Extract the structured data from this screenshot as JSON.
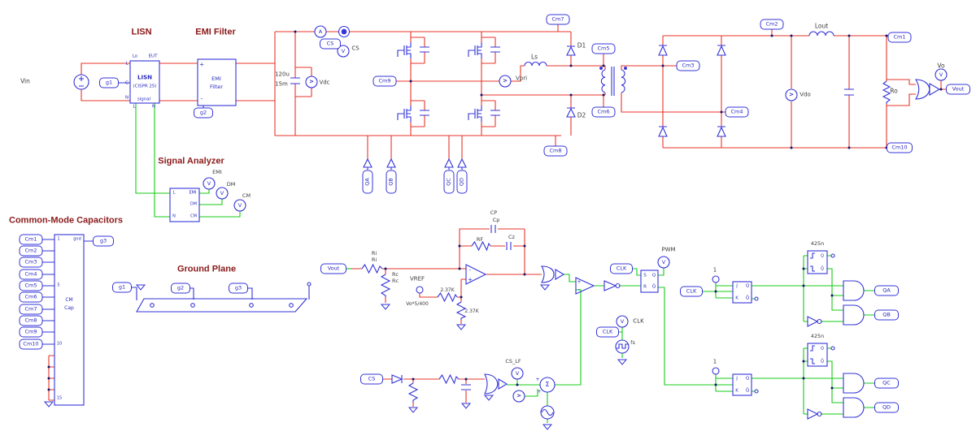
{
  "colors": {
    "wire_red": "#e8352a",
    "component_blue": "#3434d8",
    "signal_green": "#17cb17",
    "title_maroon": "#8b1a1a"
  },
  "titles": {
    "lisn": "LISN",
    "emi_filter": "EMI Filter",
    "signal_analyzer": "Signal Analyzer",
    "cm_caps": "Common-Mode Capacitors",
    "ground_plane": "Ground Plane"
  },
  "sources": {
    "vin": "Vin"
  },
  "lisn_block": {
    "name": "LISN",
    "standard": "(CISPR 25)",
    "pin_lo": "Lo",
    "pin_eut": "EUT",
    "pin_signal": "signal",
    "pin_l": "L",
    "pin_g": "G",
    "pin_n": "N"
  },
  "emi_block": {
    "line1": "EMI",
    "line2": "Filter",
    "plus": "+",
    "minus": "-"
  },
  "dc_link": {
    "cap": "120u",
    "esr": "15m",
    "vdc": "Vdc",
    "cs": "CS"
  },
  "power": {
    "ls": "Ls",
    "vpri": "Vpri",
    "d1": "D1",
    "d2": "D2",
    "lout": "Lout",
    "vdo": "Vdo",
    "ro": "Ro",
    "vo": "Vo"
  },
  "analyzer": {
    "pin_l": "L",
    "pin_n": "N",
    "pin_emi": "EMI",
    "pin_dm": "DM",
    "pin_cm": "CM",
    "probe_emi": "EMI",
    "probe_dm": "DM",
    "probe_cm": "CM"
  },
  "cm_block": {
    "name": "CM",
    "value": "Cap",
    "pin1": "1",
    "pin5": "5",
    "pin10": "10",
    "pin15": "15",
    "gnd": "gnd"
  },
  "tags": {
    "g1": "g1",
    "g2": "g2",
    "g3": "g3",
    "clk": "CLK",
    "cs": "CS",
    "vout": "Vout",
    "qa": "QA",
    "qb": "QB",
    "qc": "QC",
    "qd": "QD"
  },
  "cm_tags": [
    "Cm1",
    "Cm2",
    "Cm3",
    "Cm4",
    "Cm5",
    "Cm6",
    "Cm7",
    "Cm8",
    "Cm9",
    "Cm10"
  ],
  "control": {
    "ri_name": "Ri",
    "ri_value": "Ri",
    "rc_name": "Rc",
    "rc_value": "Rc",
    "vref": "VREF",
    "vref_value": "Vo*5/400",
    "rdiv1": "2.37K",
    "rdiv2": "2.37K",
    "cp_name": "CP",
    "cp_value": "Cp",
    "rf": "RF",
    "cz": "Cz",
    "pwm": "PWM",
    "clk": "CLK",
    "fs": "fs",
    "cs_lf": "CS_LF",
    "plus": "+",
    "minus": "-"
  },
  "logic": {
    "one": "1",
    "mono": "425n",
    "j": "J",
    "k": "K",
    "s": "S",
    "r": "R",
    "q": "Q",
    "qbar": "Q̄"
  },
  "glyphs": {
    "volt": "V",
    "amp": "A",
    "arrow": ">",
    "sum": "Σ"
  }
}
